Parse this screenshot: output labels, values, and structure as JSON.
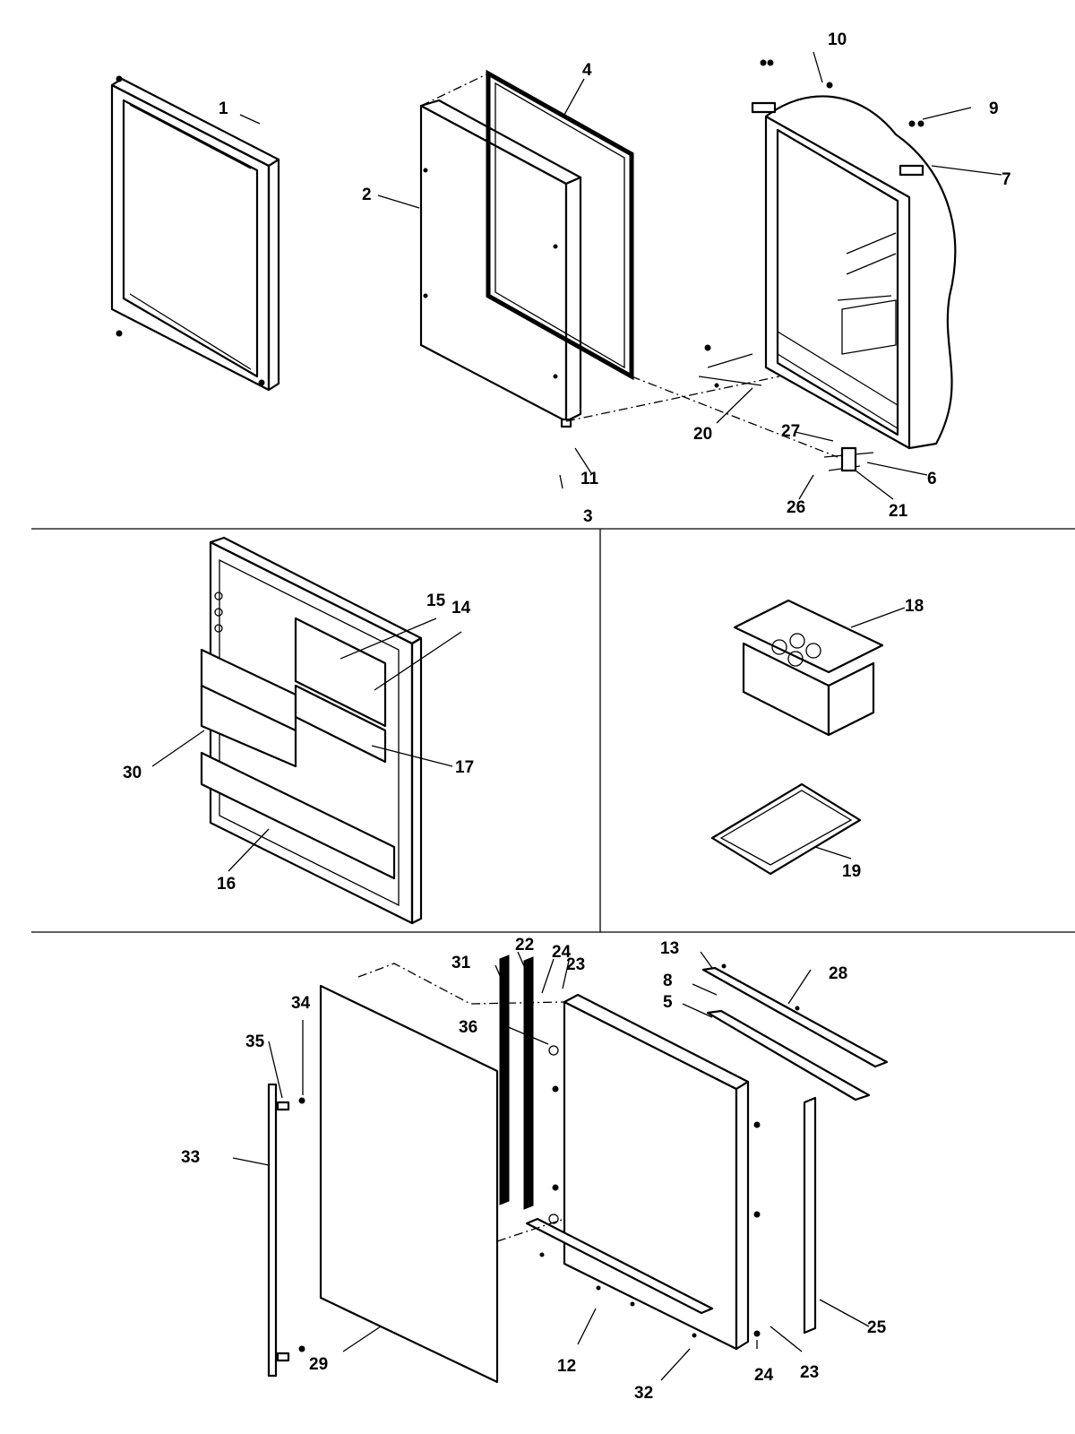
{
  "diagram": {
    "callouts": [
      {
        "id": "c1",
        "text": "1"
      },
      {
        "id": "c2",
        "text": "2"
      },
      {
        "id": "c3",
        "text": "3"
      },
      {
        "id": "c4",
        "text": "4"
      },
      {
        "id": "c5",
        "text": "5"
      },
      {
        "id": "c6",
        "text": "6"
      },
      {
        "id": "c7",
        "text": "7"
      },
      {
        "id": "c8",
        "text": "8"
      },
      {
        "id": "c9",
        "text": "9"
      },
      {
        "id": "c10",
        "text": "10"
      },
      {
        "id": "c11",
        "text": "11"
      },
      {
        "id": "c12",
        "text": "12"
      },
      {
        "id": "c13",
        "text": "13"
      },
      {
        "id": "c14",
        "text": "14"
      },
      {
        "id": "c15",
        "text": "15"
      },
      {
        "id": "c16",
        "text": "16"
      },
      {
        "id": "c17",
        "text": "17"
      },
      {
        "id": "c18",
        "text": "18"
      },
      {
        "id": "c19",
        "text": "19"
      },
      {
        "id": "c20",
        "text": "20"
      },
      {
        "id": "c21",
        "text": "21"
      },
      {
        "id": "c22",
        "text": "22"
      },
      {
        "id": "c23a",
        "text": "23"
      },
      {
        "id": "c23b",
        "text": "23"
      },
      {
        "id": "c24a",
        "text": "24"
      },
      {
        "id": "c24b",
        "text": "24"
      },
      {
        "id": "c25",
        "text": "25"
      },
      {
        "id": "c26",
        "text": "26"
      },
      {
        "id": "c27",
        "text": "27"
      },
      {
        "id": "c28",
        "text": "28"
      },
      {
        "id": "c29",
        "text": "29"
      },
      {
        "id": "c30",
        "text": "30"
      },
      {
        "id": "c31",
        "text": "31"
      },
      {
        "id": "c32",
        "text": "32"
      },
      {
        "id": "c33",
        "text": "33"
      },
      {
        "id": "c34",
        "text": "34"
      },
      {
        "id": "c35",
        "text": "35"
      },
      {
        "id": "c36",
        "text": "36"
      }
    ]
  }
}
